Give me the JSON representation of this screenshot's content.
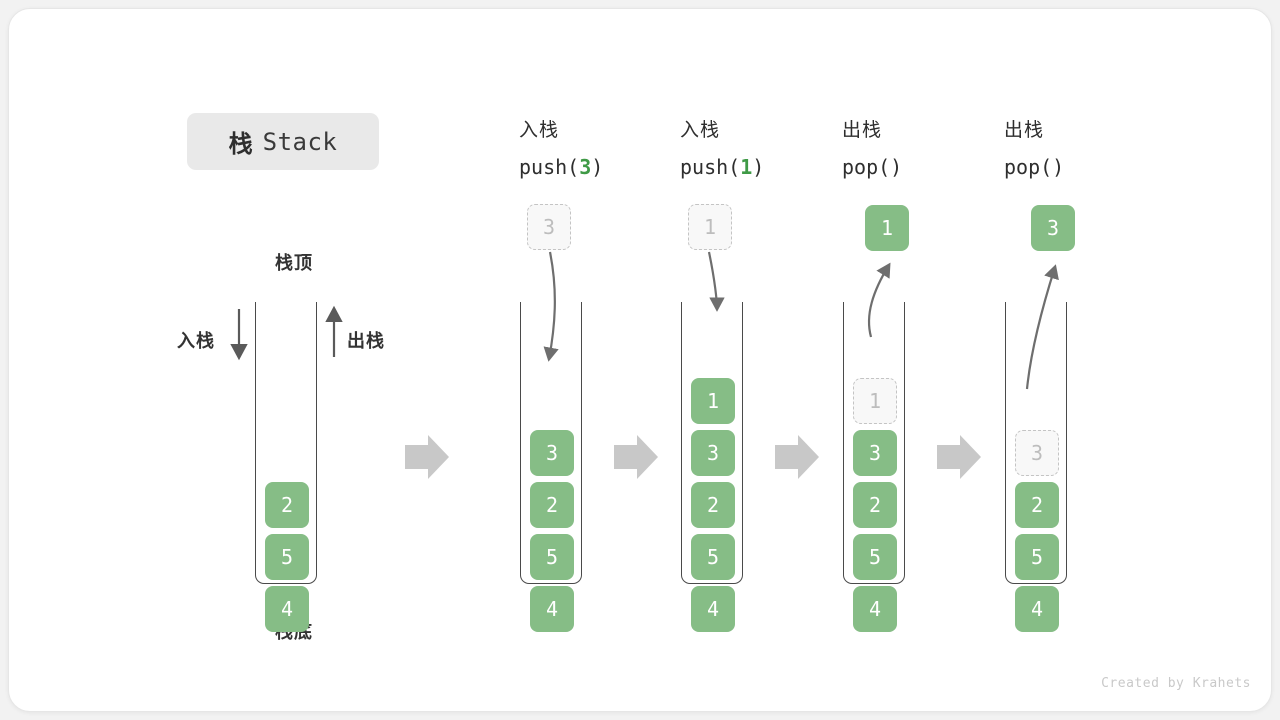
{
  "title": {
    "cn": "栈",
    "en": "Stack"
  },
  "labels": {
    "top": "栈顶",
    "bottom": "栈底",
    "push_side": "入栈",
    "pop_side": "出栈"
  },
  "footer": "Created by Krahets",
  "colors": {
    "element_fill": "#86bd86",
    "element_text": "#ffffff",
    "ghost_fill": "#f8f8f8",
    "ghost_border": "#c4c4c4",
    "ghost_text": "#bdbdbd",
    "accent_green": "#3f9a46",
    "arrow_gray": "#c8c8c8",
    "curve_gray": "#6e6e6e",
    "container_border": "#4a4a4a",
    "chip_bg": "#e9e9e9",
    "canvas": "#ffffff"
  },
  "step_arrow": "block-arrow-right",
  "columns": [
    {
      "id": "initial",
      "head_cn": "",
      "head_code": "",
      "head_code_num": "",
      "stack": [
        "2",
        "5",
        "4"
      ],
      "ghost_in_stack": null,
      "float": null,
      "float_kind": null,
      "curve": null
    },
    {
      "id": "push-3",
      "head_cn": "入栈",
      "head_code_pre": "push(",
      "head_code_num": "3",
      "head_code_post": ")",
      "stack": [
        "3",
        "2",
        "5",
        "4"
      ],
      "ghost_in_stack": null,
      "float": "3",
      "float_kind": "ghost",
      "curve": "down"
    },
    {
      "id": "push-1",
      "head_cn": "入栈",
      "head_code_pre": "push(",
      "head_code_num": "1",
      "head_code_post": ")",
      "stack": [
        "1",
        "3",
        "2",
        "5",
        "4"
      ],
      "ghost_in_stack": null,
      "float": "1",
      "float_kind": "ghost",
      "curve": "down"
    },
    {
      "id": "pop-1",
      "head_cn": "出栈",
      "head_code_pre": "pop(",
      "head_code_num": "",
      "head_code_post": ")",
      "stack": [
        "3",
        "2",
        "5",
        "4"
      ],
      "ghost_in_stack": "1",
      "float": "1",
      "float_kind": "solid",
      "curve": "up"
    },
    {
      "id": "pop-3",
      "head_cn": "出栈",
      "head_code_pre": "pop(",
      "head_code_num": "",
      "head_code_post": ")",
      "stack": [
        "2",
        "5",
        "4"
      ],
      "ghost_in_stack": "3",
      "float": "3",
      "float_kind": "solid",
      "curve": "up"
    }
  ]
}
